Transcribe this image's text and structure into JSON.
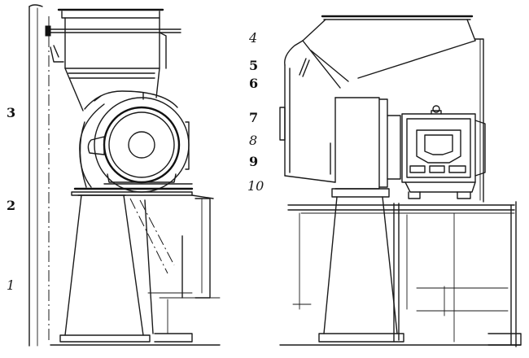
{
  "callouts": {
    "left": [
      {
        "id": "c1",
        "text": "1"
      },
      {
        "id": "c2",
        "text": "2"
      },
      {
        "id": "c3",
        "text": "3"
      }
    ],
    "right": [
      {
        "id": "c4",
        "text": "4"
      },
      {
        "id": "c5",
        "text": "5"
      },
      {
        "id": "c6",
        "text": "6"
      },
      {
        "id": "c7",
        "text": "7"
      },
      {
        "id": "c8",
        "text": "8"
      },
      {
        "id": "c9",
        "text": "9"
      },
      {
        "id": "c10",
        "text": "10"
      }
    ]
  }
}
